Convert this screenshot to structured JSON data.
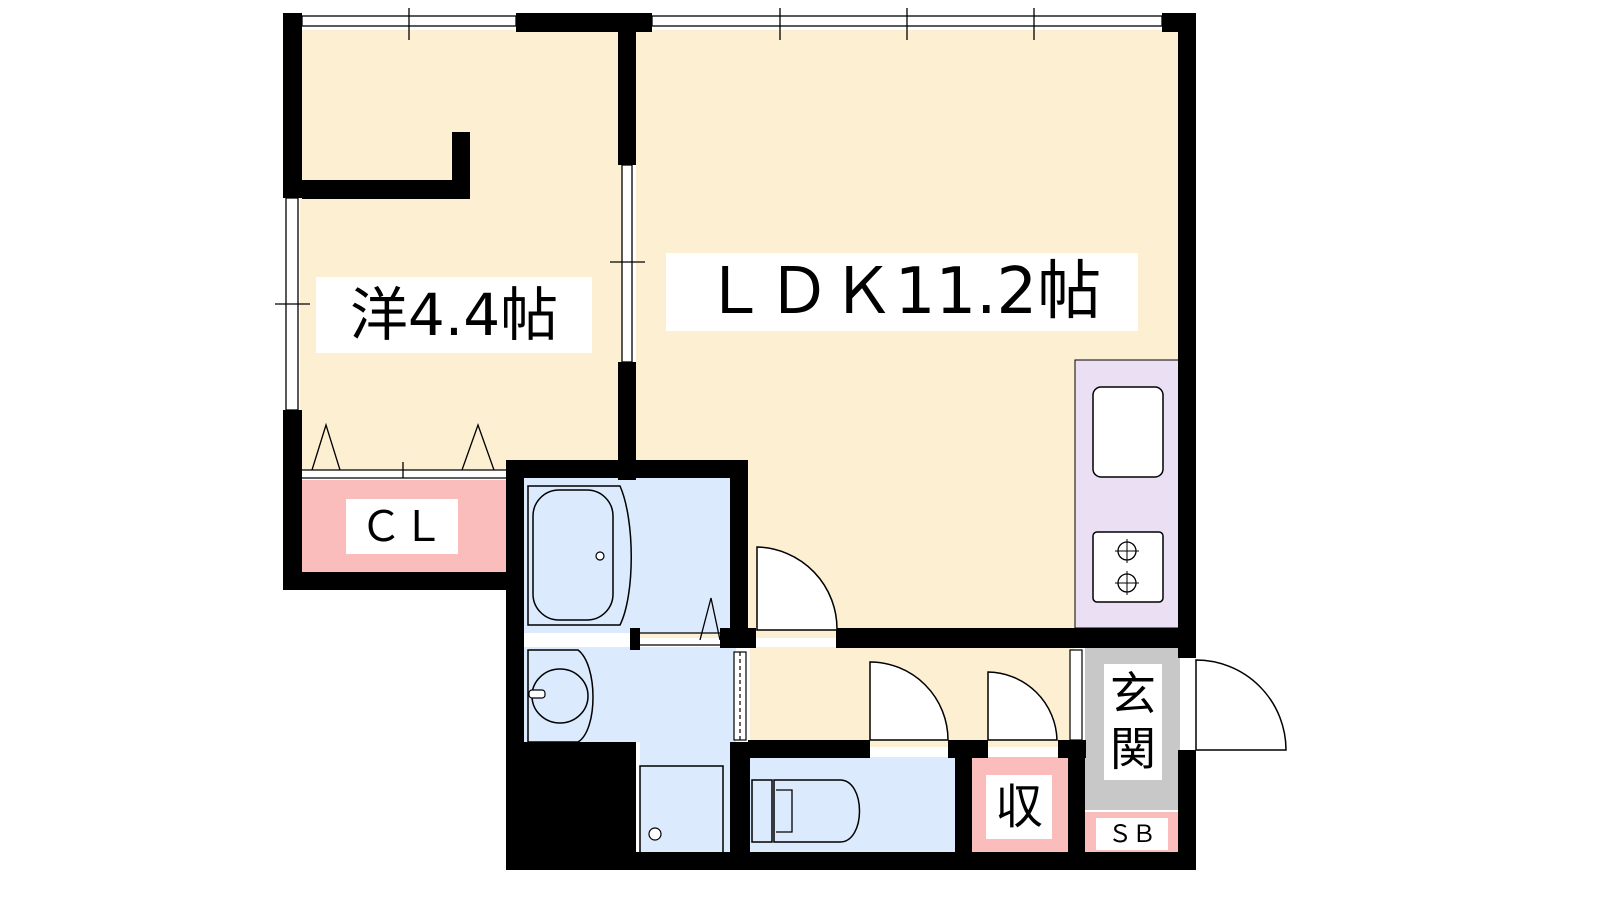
{
  "floorplan": {
    "rooms": {
      "western_room": {
        "label": "洋4.4帖"
      },
      "ldk": {
        "label": "ＬＤＫ11.2帖"
      },
      "closet": {
        "label": "ＣＬ"
      },
      "entrance": {
        "label": "玄関"
      },
      "storage": {
        "label": "収"
      },
      "shoe_box": {
        "label": "ＳＢ"
      }
    },
    "colors": {
      "wall": "#000000",
      "room_floor": "#fdf0d2",
      "wet_area": "#dbeafd",
      "closet": "#fbbcbc",
      "kitchen": "#ebdff4",
      "entrance": "#c8c8c8"
    }
  }
}
